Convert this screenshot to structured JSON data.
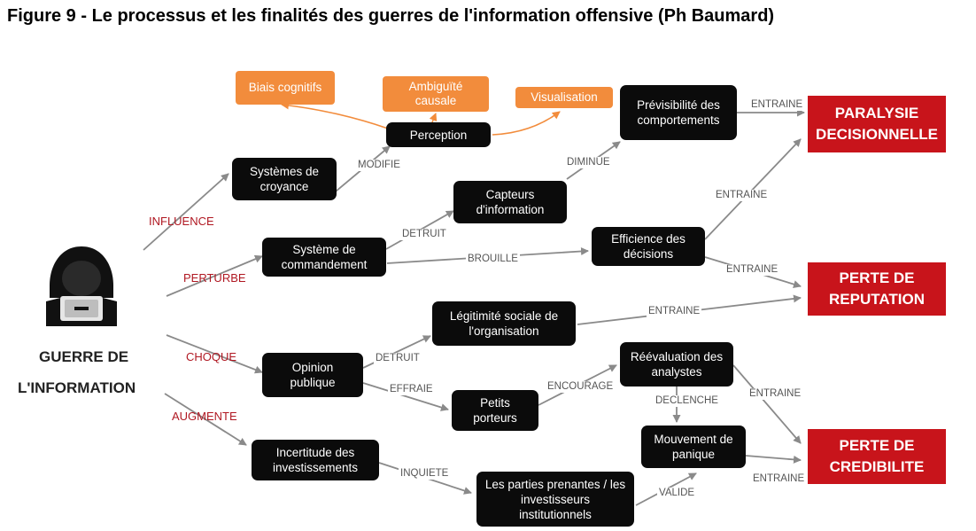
{
  "caption": "Figure 9 - Le processus et les finalités des guerres de l'information offensive (Ph Baumard)",
  "source": {
    "line1": "GUERRE DE",
    "line2": "L'INFORMATION",
    "icon": "hacker-icon"
  },
  "colors": {
    "node": "#0b0b0b",
    "orange": "#f28c3c",
    "outcome": "#c8141b",
    "red_label": "#b01822"
  },
  "nodes": {
    "systemes_croyance": "Systèmes de croyance",
    "perception": "Perception",
    "biais": "Biais cognitifs",
    "ambiguite": "Ambiguïté causale",
    "visualisation": "Visualisation",
    "previsibilite": "Prévisibilité des comportements",
    "capteurs": "Capteurs d'information",
    "systeme_commandement": "Système de commandement",
    "efficience": "Efficience des décisions",
    "legitimite": "Légitimité sociale de l'organisation",
    "opinion": "Opinion publique",
    "petits_porteurs": "Petits porteurs",
    "reevaluation": "Réévaluation des analystes",
    "mouvement": "Mouvement de panique",
    "incertitude": "Incertitude des investissements",
    "parties_prenantes": "Les parties prenantes / les investisseurs institutionnels"
  },
  "outcomes": {
    "paralysie": "PARALYSIE DECISIONNELLE",
    "reputation": "PERTE DE REPUTATION",
    "credibilite": "PERTE DE CREDIBILITE"
  },
  "red_labels": {
    "influence": "INFLUENCE",
    "perturbe": "PERTURBE",
    "choque": "CHOQUE",
    "augmente": "AUGMENTE"
  },
  "edge_labels": {
    "modifie": "MODIFIE",
    "diminue": "DIMINUE",
    "entraine_1": "ENTRAINE",
    "entraine_2": "ENTRAINE",
    "detruit_1": "DETRUIT",
    "brouille": "BROUILLE",
    "entraine_3": "ENTRAINE",
    "entraine_4": "ENTRAINE",
    "detruit_2": "DETRUIT",
    "effraie": "EFFRAIE",
    "encourage": "ENCOURAGE",
    "declenche": "DECLENCHE",
    "entraine_5": "ENTRAINE",
    "entraine_6": "ENTRAINE",
    "inquiete": "INQUIETE",
    "valide": "VALIDE"
  }
}
